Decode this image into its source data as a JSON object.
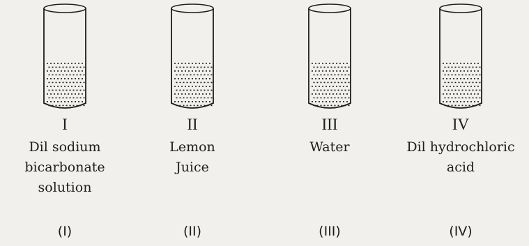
{
  "tubes": [
    {
      "roman": "I",
      "caption": [
        "Dil sodium",
        "bicarbonate",
        "solution"
      ],
      "option": "(I)",
      "fill_fraction": 0.45
    },
    {
      "roman": "II",
      "caption": [
        "Lemon",
        "Juice"
      ],
      "option": "(II)",
      "fill_fraction": 0.45
    },
    {
      "roman": "III",
      "caption": [
        "Water"
      ],
      "option": "(III)",
      "fill_fraction": 0.45
    },
    {
      "roman": "IV",
      "caption": [
        "Dil hydrochloric",
        "acid"
      ],
      "option": "(IV)",
      "fill_fraction": 0.45
    }
  ],
  "colors": {
    "ink": "#1d1d1d",
    "paper": "#f1f0ec"
  }
}
